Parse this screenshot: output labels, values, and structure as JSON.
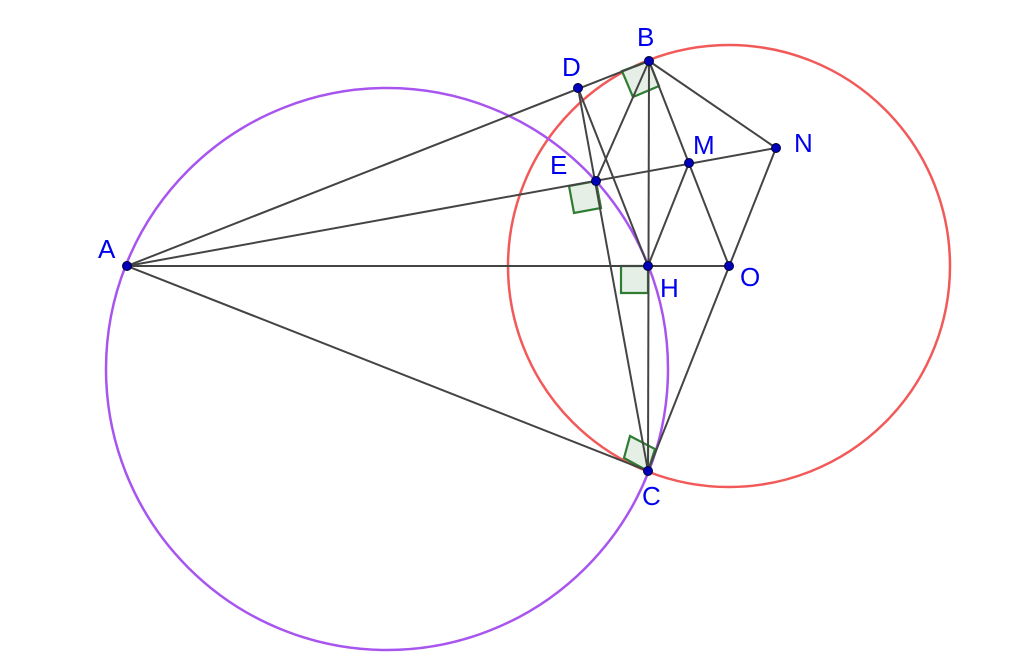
{
  "colors": {
    "red_circle": "#f25a5a",
    "purple_circle": "#a855f0",
    "segment": "#444444",
    "point": "#0000bb",
    "label": "#0000ee",
    "right_angle_stroke": "#2e7d32",
    "right_angle_fill": "#e6efe6"
  },
  "points": {
    "A": "A",
    "B": "B",
    "C": "C",
    "D": "D",
    "E": "E",
    "H": "H",
    "M": "M",
    "N": "N",
    "O": "O"
  }
}
